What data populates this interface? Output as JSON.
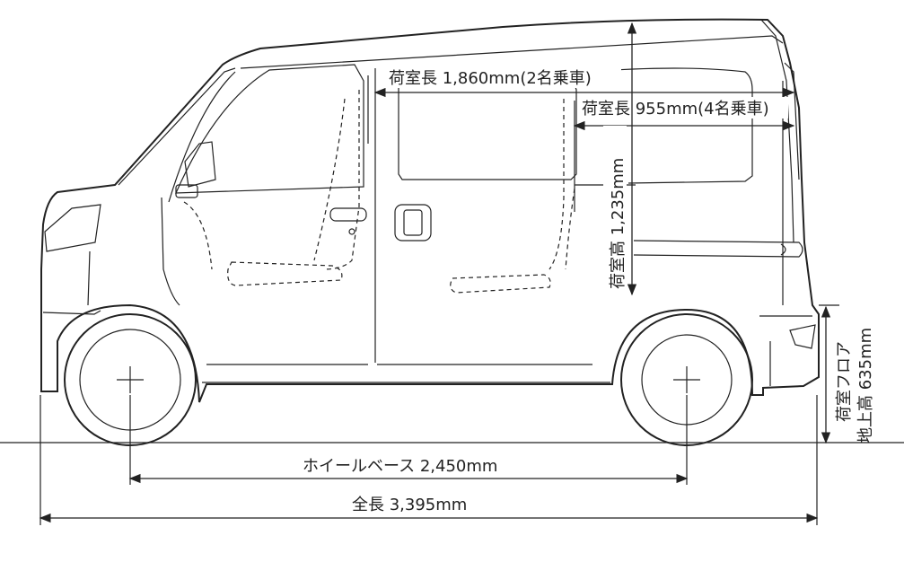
{
  "dimensions": {
    "cargo_length_2seat": "荷室長 1,860mm(2名乗車)",
    "cargo_length_4seat": "荷室長 955mm(4名乗車)",
    "cargo_height": "荷室高 1,235mm",
    "cargo_floor_height_line1": "荷室フロア",
    "cargo_floor_height_line2": "地上高 635mm",
    "wheelbase": "ホイールベース 2,450mm",
    "overall_length": "全長 3,395mm"
  }
}
